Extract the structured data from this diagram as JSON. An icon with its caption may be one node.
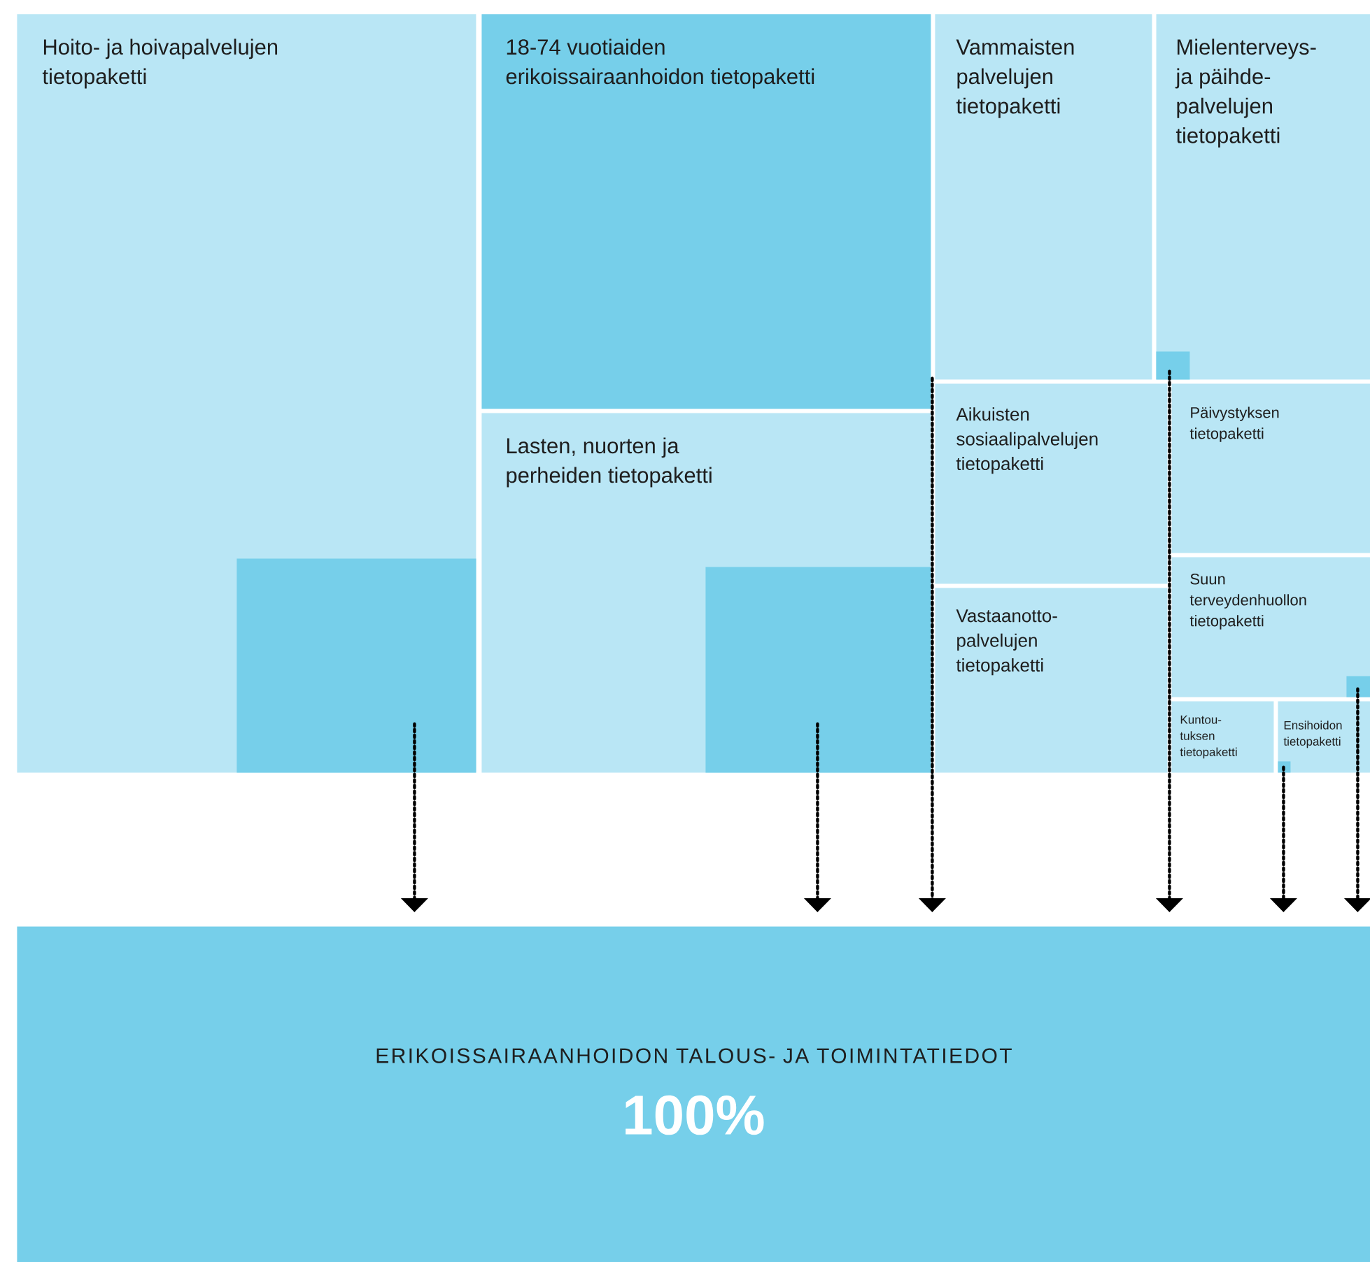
{
  "diagram": {
    "nodes": [
      {
        "text": [
          "Hoito- ja hoivapalvelujen tietopaketti"
        ]
      },
      {
        "text": [],
        "shape": "box",
        "in": 0
      },
      {
        "text": [
          "18-74 vuotiaiden erikoissairaanhoidon tietopaketti"
        ]
      },
      {
        "text": [
          "Lasten, nuorten ja perheiden tietopaketti"
        ]
      },
      {
        "text": [],
        "shape": "box",
        "in": 3
      },
      {
        "text": [
          "Vammaisten palvelujen tietopaketti"
        ]
      },
      {
        "text": [
          "Mielenterveys- ja päihde- palvelujen tietopaketti"
        ]
      },
      {
        "text": [],
        "shape": "box",
        "in": 6
      },
      {
        "text": [
          "Aikuisten sosiaalipalvelujen tietopaketti"
        ]
      },
      {
        "text": [
          "Päivystyksen tietopaketti"
        ]
      },
      {
        "text": [
          "Vastaanotto- palvelujen tietopaketti"
        ]
      },
      {
        "text": [
          "Suun terveydenhuollon tietopaketti"
        ]
      },
      {
        "text": [],
        "shape": "box",
        "in": 11
      },
      {
        "text": [
          "Kuntou- tuksen tietopaketti"
        ]
      },
      {
        "text": [
          "Ensihoidon tietopaketti"
        ]
      },
      {
        "text": [],
        "shape": "box",
        "in": 14
      },
      {
        "text": [
          "ERIKOISSAIRAANHOIDON TALOUS- JA TOIMINTATIEDOT",
          "100%"
        ]
      }
    ],
    "edges": [
      {
        "from": 1,
        "to": 16,
        "arrow": "to",
        "style": "dashed"
      },
      {
        "from": 4,
        "to": 16,
        "arrow": "to",
        "style": "dashed"
      },
      {
        "from": 2,
        "to": 16,
        "arrow": "to",
        "style": "dashed"
      },
      {
        "from": 7,
        "to": 16,
        "arrow": "to",
        "style": "dashed"
      },
      {
        "from": 15,
        "to": 16,
        "arrow": "to",
        "style": "dashed"
      },
      {
        "from": 12,
        "to": 16,
        "arrow": "to",
        "style": "dashed"
      }
    ]
  }
}
